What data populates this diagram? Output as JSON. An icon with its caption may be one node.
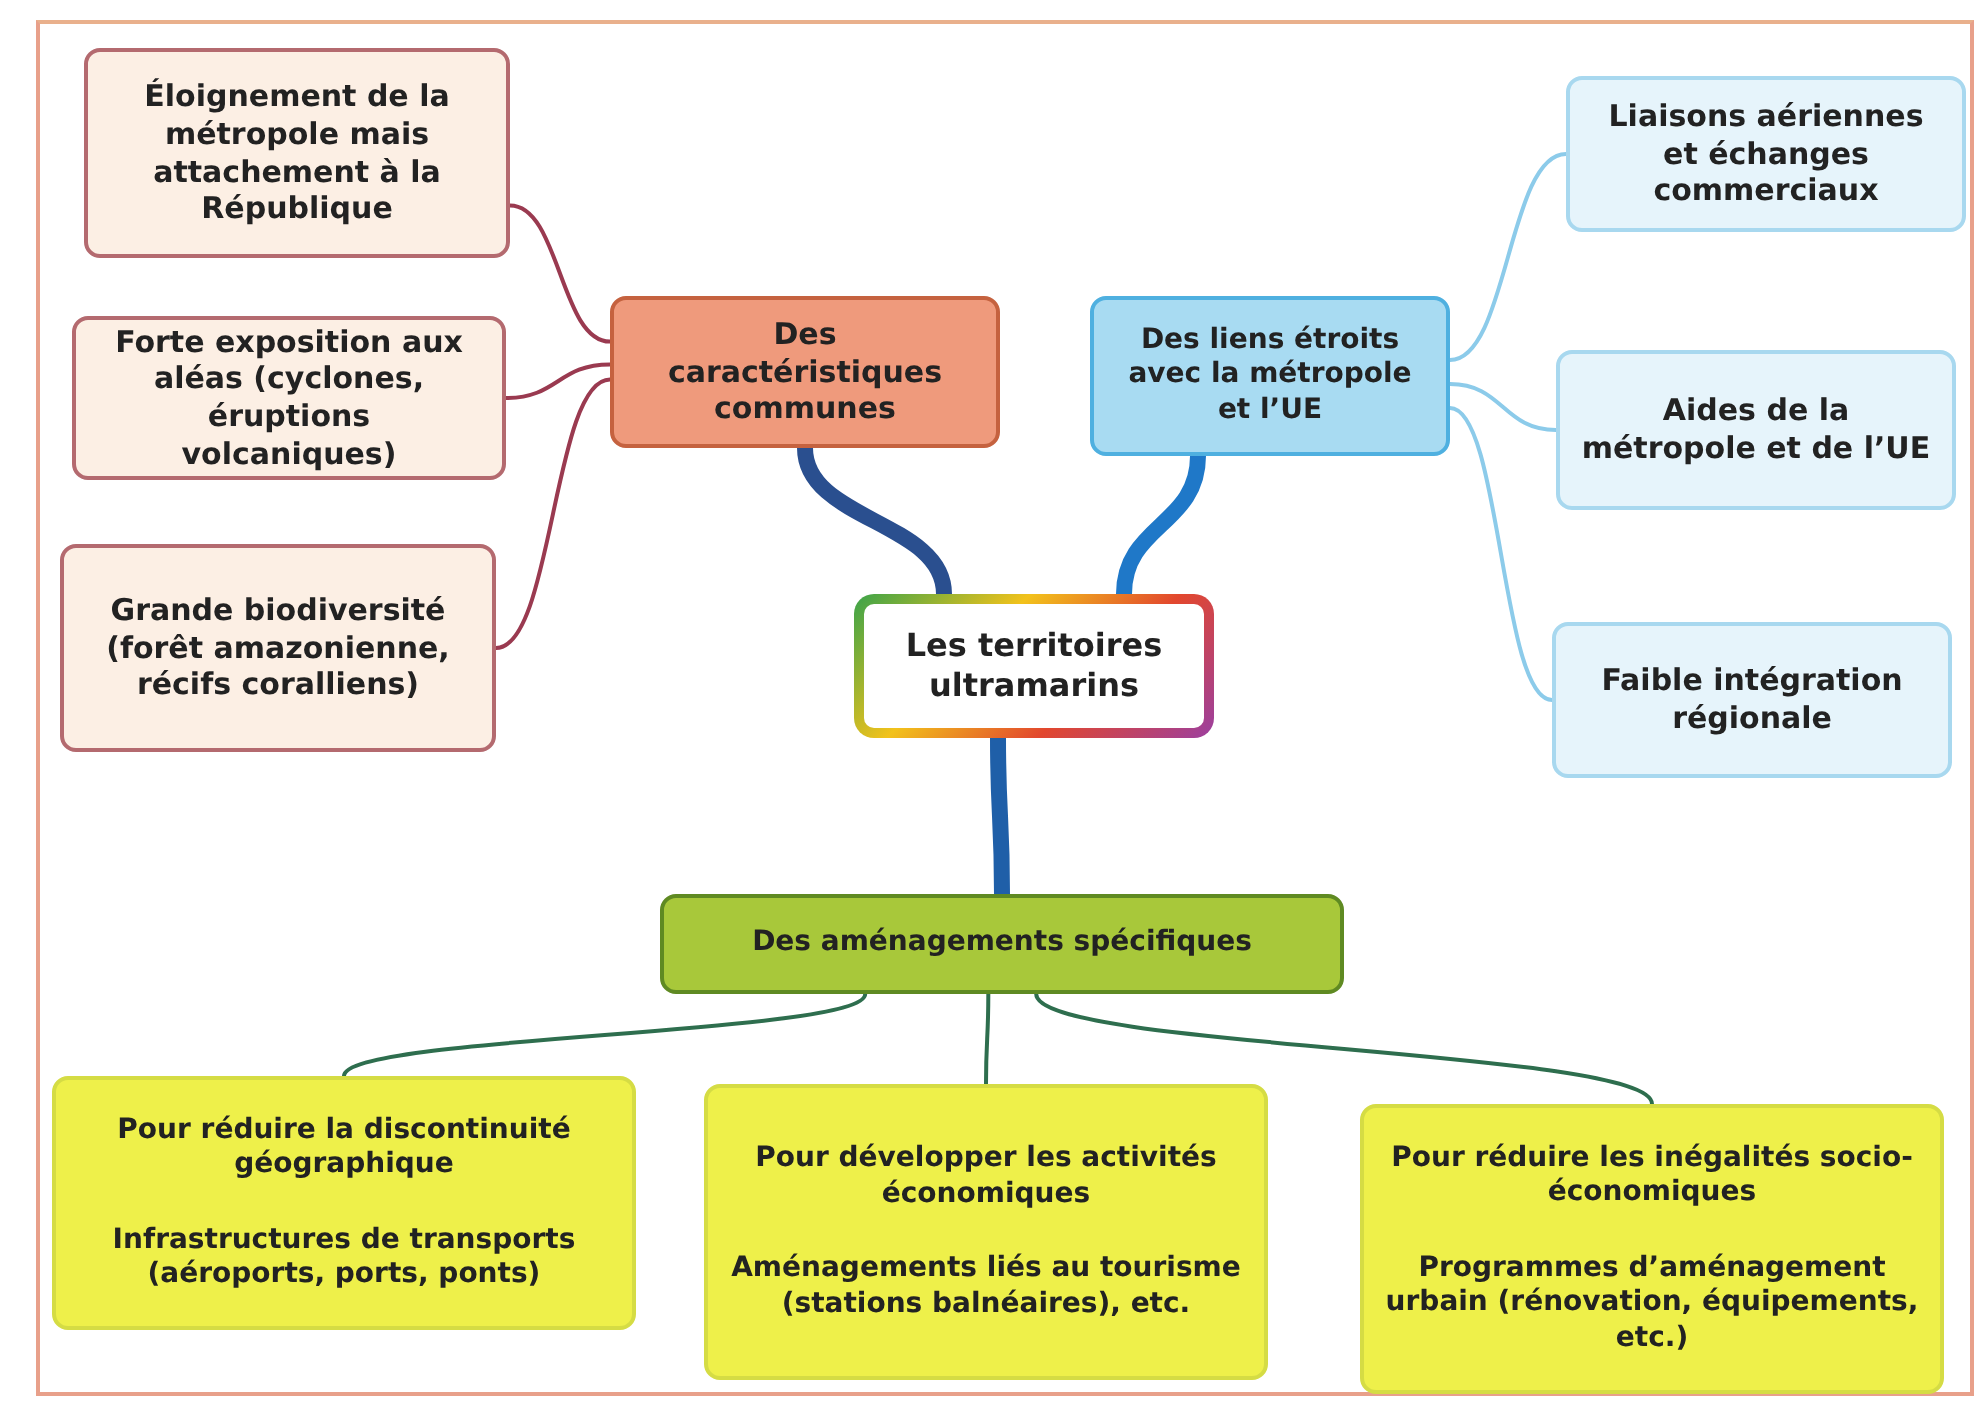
{
  "diagram": {
    "nodes": [
      {
        "text": [
          "Les territoires ultramarins"
        ]
      },
      {
        "text": [
          "Des caractéristiques communes"
        ]
      },
      {
        "text": [
          "Éloignement de la métropole mais attachement à la République"
        ]
      },
      {
        "text": [
          "Forte exposition aux aléas (cyclones, éruptions volcaniques)"
        ]
      },
      {
        "text": [
          "Grande biodiversité (forêt amazonienne, récifs coralliens)"
        ]
      },
      {
        "text": [
          "Des liens étroits avec la métropole et l’UE"
        ]
      },
      {
        "text": [
          "Liaisons aériennes et échanges commerciaux"
        ]
      },
      {
        "text": [
          "Aides de la métropole et de l’UE"
        ]
      },
      {
        "text": [
          "Faible intégration régionale"
        ]
      },
      {
        "text": [
          "Des aménagements spécifiques"
        ]
      },
      {
        "text": [
          "Pour réduire la discontinuité géographique",
          "Infrastructures de transports (aéroports, ports, ponts)"
        ]
      },
      {
        "text": [
          "Pour développer les activités économiques",
          "Aménagements liés au tourisme (stations balnéaires), etc."
        ]
      },
      {
        "text": [
          "Pour réduire les inégalités socio-économiques",
          "Programmes d’aménagement urbain (rénovation, équipements, etc.)"
        ]
      }
    ],
    "edges": [
      {
        "from": 1,
        "to": 0,
        "arrow": "none",
        "style": "thick",
        "color": "#2a4f8f"
      },
      {
        "from": 5,
        "to": 0,
        "arrow": "none",
        "style": "thick",
        "color": "#1f78c8"
      },
      {
        "from": 0,
        "to": 9,
        "arrow": "none",
        "style": "thick",
        "color": "#1f5fa8"
      },
      {
        "from": 1,
        "to": 2,
        "arrow": "none",
        "color": "#9a3a50"
      },
      {
        "from": 1,
        "to": 3,
        "arrow": "none",
        "color": "#9a3a50"
      },
      {
        "from": 1,
        "to": 4,
        "arrow": "none",
        "color": "#9a3a50"
      },
      {
        "from": 5,
        "to": 6,
        "arrow": "none",
        "color": "#8ccbea"
      },
      {
        "from": 5,
        "to": 7,
        "arrow": "none",
        "color": "#8ccbea"
      },
      {
        "from": 5,
        "to": 8,
        "arrow": "none",
        "color": "#8ccbea"
      },
      {
        "from": 9,
        "to": 10,
        "arrow": "none",
        "color": "#2e6e4e"
      },
      {
        "from": 9,
        "to": 11,
        "arrow": "none",
        "color": "#2e6e4e"
      },
      {
        "from": 9,
        "to": 12,
        "arrow": "none",
        "color": "#2e6e4e"
      }
    ]
  }
}
